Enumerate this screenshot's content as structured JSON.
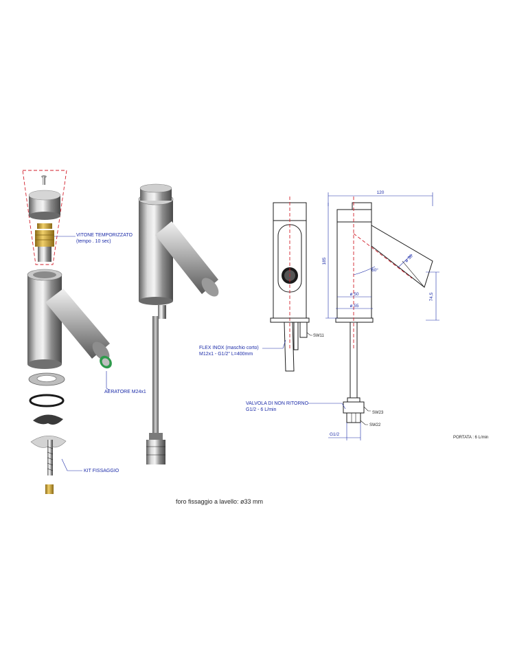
{
  "labels": {
    "vitone": "VITONE TEMPORIZZATO",
    "vitone_sub": "(tempo . 10 sec)",
    "aeratore": "AERATORE M24x1",
    "kit": "KIT FISSAGGIO",
    "flex": "FLEX INOX (maschio corto)",
    "flex_sub": "M12x1 - G1/2\" L=400mm",
    "valvola": "VALVOLA DI NON RITORNO",
    "valvola_sub": "G1/2 - 6 L/min",
    "portata": "PORTATA : 6 L/min",
    "caption": "foro fissaggio a lavello: ø33 mm"
  },
  "dimensions": {
    "width_total": "120",
    "height_total": "185",
    "height_spout": "74,5",
    "diameter_body": "ø 50",
    "diameter_base": "ø 55",
    "angle": "60°",
    "diameter_spout": "ø 36",
    "thread": "G1/2",
    "sw_nut": "SW11",
    "sw_valve_top": "SW23",
    "sw_valve_bottom": "SW22"
  },
  "colors": {
    "label_blue": "#1a2aa8",
    "section_red": "#d21e2a",
    "brass": "#c9a233",
    "aerator_green": "#2f9a4c"
  }
}
